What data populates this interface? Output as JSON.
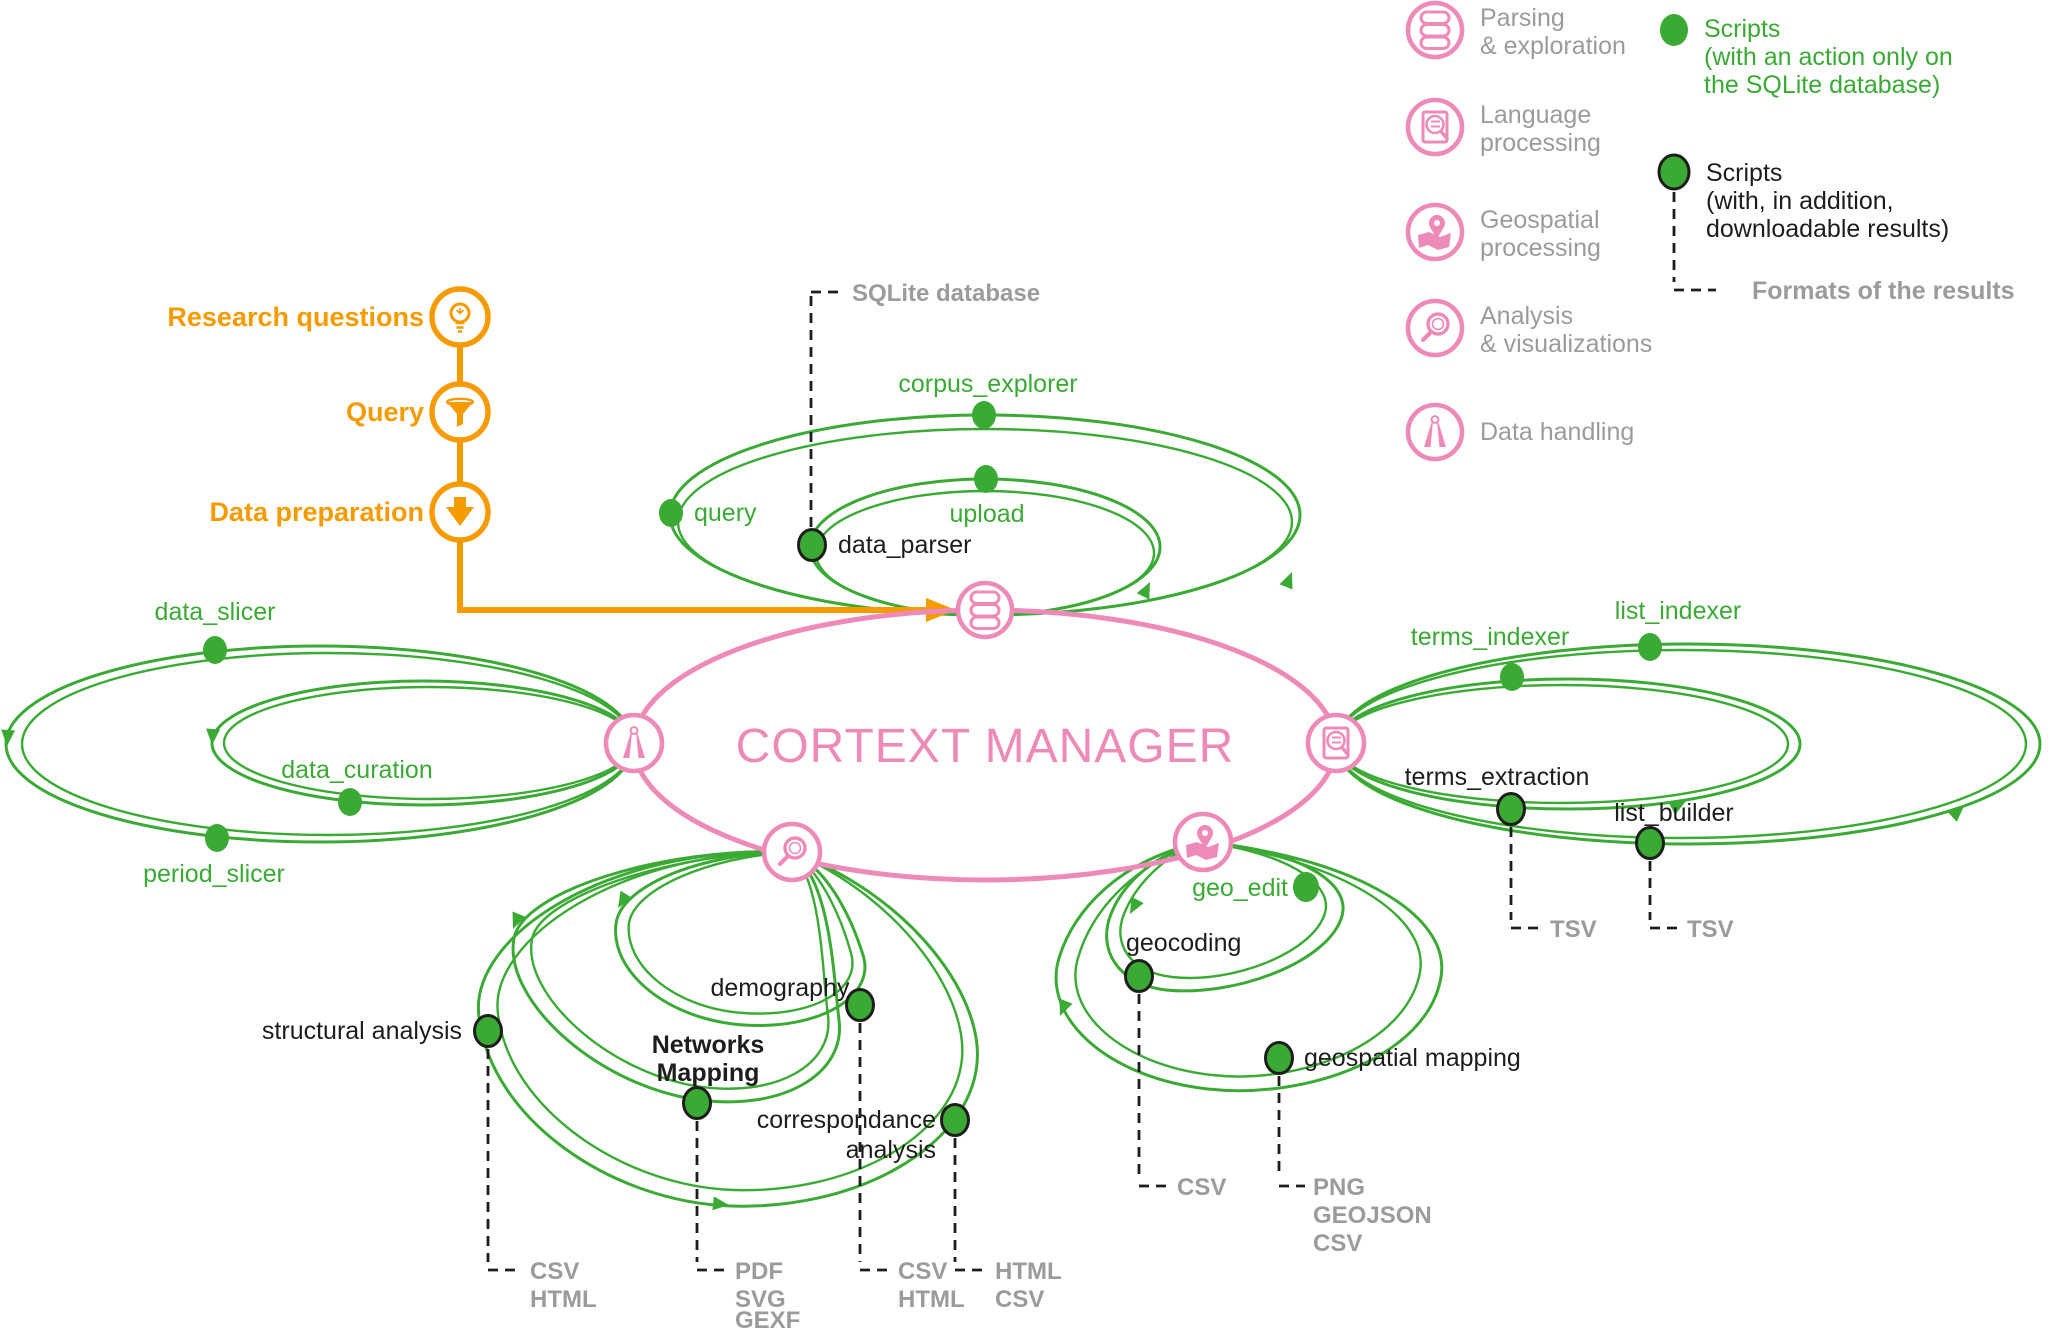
{
  "title": "CORTEXT MANAGER",
  "colors": {
    "pink": "#ee8ab8",
    "green": "#3aaa35",
    "orange": "#f59b00",
    "gray": "#9c9b9b",
    "ink": "#1d1d1b",
    "background": "#ffffff"
  },
  "legend": {
    "categories": [
      {
        "icon": "database-icon",
        "line1": "Parsing",
        "line2": "& exploration"
      },
      {
        "icon": "document-search-icon",
        "line1": "Language",
        "line2": "processing"
      },
      {
        "icon": "map-pin-icon",
        "line1": "Geospatial",
        "line2": "processing"
      },
      {
        "icon": "magnifier-icon",
        "line1": "Analysis",
        "line2": "& visualizations"
      },
      {
        "icon": "compass-icon",
        "line1": "Data handling",
        "line2": ""
      }
    ],
    "scripts_sqlite": {
      "line1": "Scripts",
      "line2": "(with an action only on",
      "line3": "the SQLite database)"
    },
    "scripts_downloadable": {
      "line1": "Scripts",
      "line2": "(with, in addition,",
      "line3": "downloadable results)"
    },
    "formats_label": "Formats of the results"
  },
  "workflow": {
    "steps": [
      {
        "label": "Research questions",
        "icon": "lightbulb-icon"
      },
      {
        "label": "Query",
        "icon": "funnel-icon"
      },
      {
        "label": "Data preparation",
        "icon": "download-icon"
      }
    ]
  },
  "hub": {
    "sqlite_note": "SQLite database"
  },
  "nodes": {
    "corpus_explorer": "corpus_explorer",
    "query": "query",
    "upload": "upload",
    "data_parser": "data_parser",
    "data_slicer": "data_slicer",
    "data_curation": "data_curation",
    "period_slicer": "period_slicer",
    "terms_indexer": "terms_indexer",
    "list_indexer": "list_indexer",
    "terms_extraction": "terms_extraction",
    "list_builder": "list_builder",
    "geo_edit": "geo_edit",
    "geocoding": "geocoding",
    "geospatial_mapping": "geospatial mapping",
    "demography": "demography",
    "networks_mapping_line1": "Networks",
    "networks_mapping_line2": "Mapping",
    "structural_analysis": "structural analysis",
    "correspondance_line1": "correspondance",
    "correspondance_line2": "analysis"
  },
  "formats": {
    "terms_extraction": [
      "TSV"
    ],
    "list_builder": [
      "TSV"
    ],
    "geocoding": [
      "CSV"
    ],
    "geospatial_mapping": [
      "PNG",
      "GEOJSON",
      "CSV"
    ],
    "structural_analysis": [
      "CSV",
      "HTML"
    ],
    "networks_mapping": [
      "PDF",
      "SVG",
      "GEXF"
    ],
    "demography": [
      "CSV",
      "HTML"
    ],
    "correspondance_analysis": [
      "HTML",
      "CSV"
    ]
  }
}
